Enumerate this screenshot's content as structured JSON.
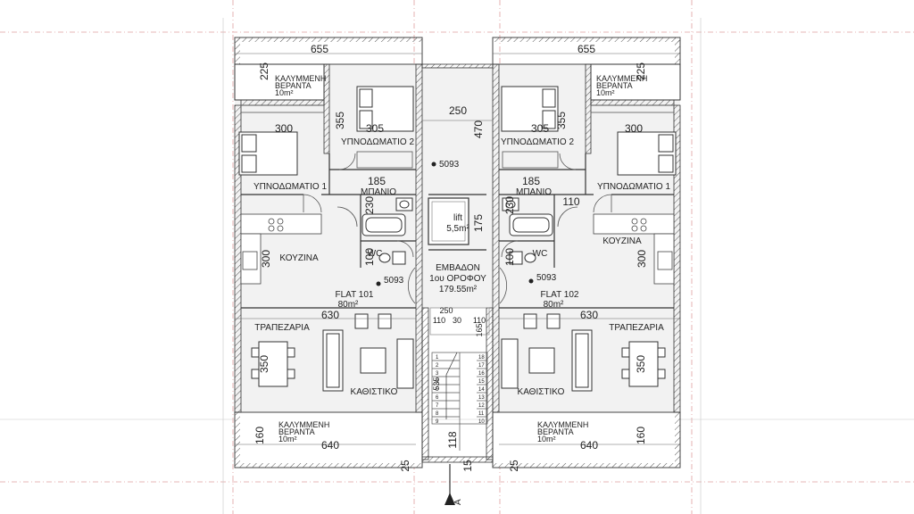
{
  "plan": {
    "dimensions": {
      "top_width": "655",
      "veranda_depth_top": "225",
      "bed2_height": "355",
      "bed2_width": "305",
      "bed1_width": "300",
      "corridor_width": "250",
      "corridor_len": "470",
      "bath_width": "185",
      "bath_height": "230",
      "bath_dim_right": "110",
      "lift_dim": "175",
      "wc_dim": "100",
      "kitchen_dim": "300",
      "living_width": "630",
      "dining_dim": "350",
      "bottom_width": "640",
      "veranda_depth_bottom": "160",
      "stair_w": "250",
      "stair_a": "110",
      "stair_b": "30",
      "stair_c": "110",
      "stair_run": "165",
      "stair_len": "535",
      "stair_foot": "118",
      "stair_15": "15",
      "edge_25": "25"
    },
    "levels": {
      "level_main": "5093"
    },
    "rooms": {
      "covered_veranda": "ΚΑΛΥΜΜΕΝΗ",
      "veranda_word": "ΒΕΡΑΝΤΑ",
      "veranda_area": "10m²",
      "bedroom_2": "ΥΠΝΟΔΩΜΑΤΙΟ 2",
      "bedroom_1": "ΥΠΝΟΔΩΜΑΤΙΟ 1",
      "bathroom": "ΜΠΑΝΙΟ",
      "wc": "WC",
      "kitchen": "ΚΟΥΖΙΝΑ",
      "dining": "ΤΡΑΠΕΖΑΡΙΑ",
      "living": "ΚΑΘΙΣΤΙΚΟ",
      "flat_left": "FLAT 101",
      "flat_right": "FLAT 102",
      "flat_area": "80m²",
      "lift": "lift",
      "lift_area": "5,5m²"
    },
    "area_box": {
      "line1": "ΕΜΒΑΔΟΝ",
      "line2": "1ου ΟΡΟΦΟΥ",
      "line3": "179.55m²"
    },
    "stairs": {
      "left_numbers": [
        "1",
        "2",
        "3",
        "4",
        "5",
        "6",
        "7",
        "8",
        "9"
      ],
      "right_numbers": [
        "18",
        "17",
        "16",
        "15",
        "14",
        "13",
        "12",
        "11",
        "10"
      ]
    },
    "section_marker": "A"
  }
}
